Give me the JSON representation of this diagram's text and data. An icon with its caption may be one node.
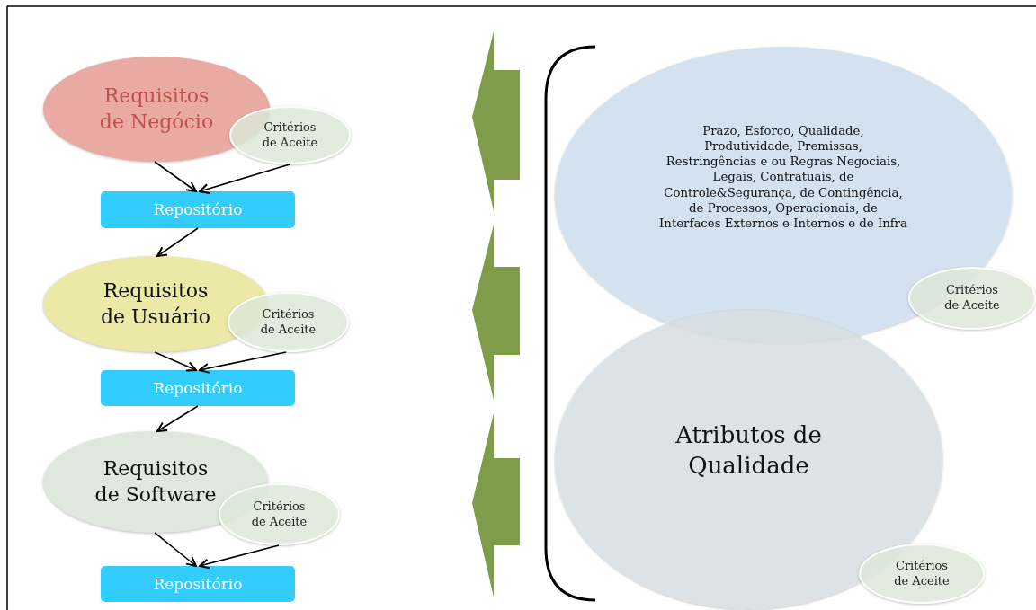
{
  "diagram": {
    "nodes": [
      {
        "text": [
          "Requisitos de Negócio"
        ]
      },
      {
        "text": [
          "Critérios de Aceite"
        ]
      },
      {
        "text": [
          "Repositório"
        ]
      },
      {
        "text": [
          "Requisitos de Usuário"
        ]
      },
      {
        "text": [
          "Critérios de Aceite"
        ]
      },
      {
        "text": [
          "Repositório"
        ]
      },
      {
        "text": [
          "Requisitos de Software"
        ]
      },
      {
        "text": [
          "Critérios de Aceite"
        ]
      },
      {
        "text": [
          "Repositório"
        ]
      },
      {
        "text": [
          "Prazo, Esforço, Qualidade, Produtividade, Premissas, Restringências e ou Regras Negociais, Legais, Contratuais, de Controle&Segurança, de Contingência, de Processos, Operacionais, de Interfaces Externos e Internos e de Infra"
        ]
      },
      {
        "text": [
          "Critérios de Aceite"
        ]
      },
      {
        "text": [
          "Atributos de Qualidade"
        ]
      },
      {
        "text": [
          "Critérios de Aceite"
        ]
      }
    ],
    "edges": [
      {
        "from": 0,
        "to": 2,
        "arrow": "to"
      },
      {
        "from": 1,
        "to": 2,
        "arrow": "to"
      },
      {
        "from": 2,
        "to": 3,
        "arrow": "to"
      },
      {
        "from": 3,
        "to": 5,
        "arrow": "to"
      },
      {
        "from": 4,
        "to": 5,
        "arrow": "to"
      },
      {
        "from": 5,
        "to": 6,
        "arrow": "to"
      },
      {
        "from": 6,
        "to": 8,
        "arrow": "to"
      },
      {
        "from": 7,
        "to": 8,
        "arrow": "to"
      }
    ]
  }
}
